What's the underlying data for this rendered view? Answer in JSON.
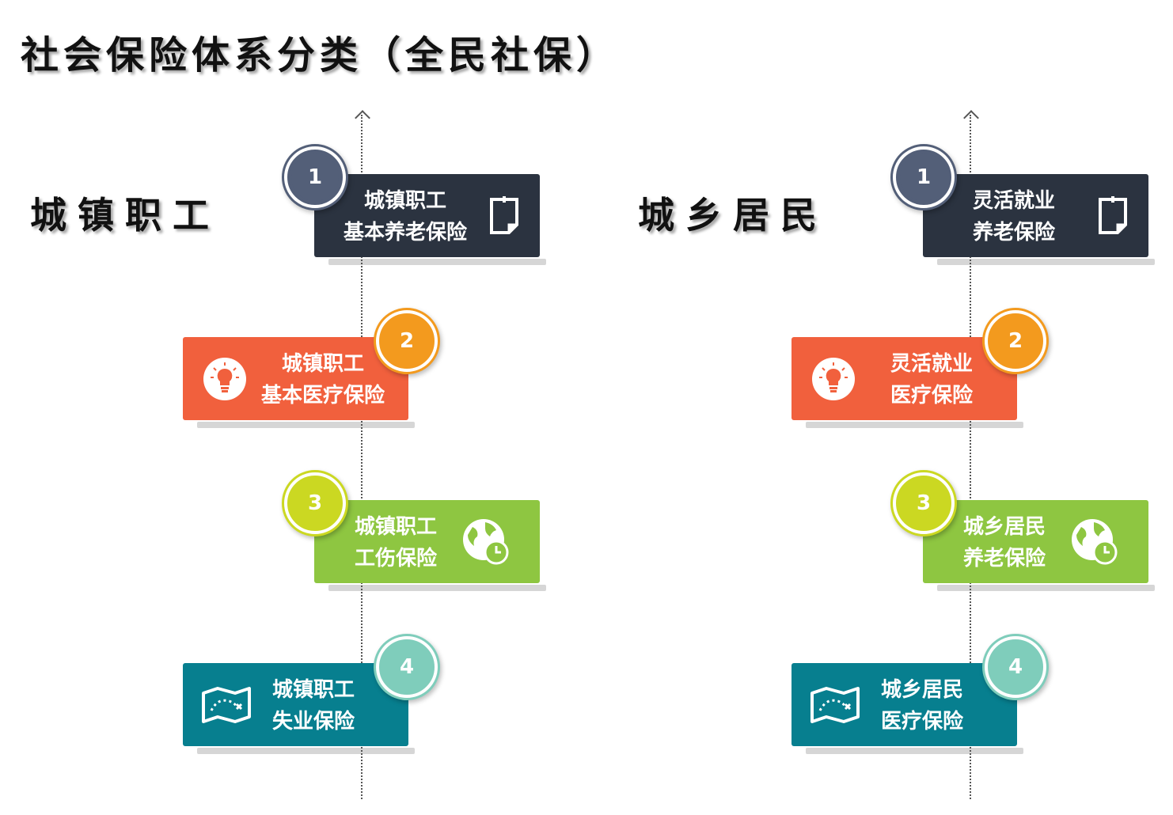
{
  "title": "社会保险体系分类（全民社保）",
  "colors": {
    "card_1": "#2b3340",
    "card_2": "#f1603d",
    "card_3": "#8ec641",
    "card_4": "#077f8f",
    "badge_1": "#535f78",
    "badge_2": "#f39a1e",
    "badge_3": "#cbd822",
    "badge_4": "#7fcdbb"
  },
  "groups": [
    {
      "title": "城镇职工",
      "items": [
        {
          "number": "1",
          "line1": "城镇职工",
          "line2": "基本养老保险",
          "icon": "note-icon"
        },
        {
          "number": "2",
          "line1": "城镇职工",
          "line2": "基本医疗保险",
          "icon": "lightbulb-icon"
        },
        {
          "number": "3",
          "line1": "城镇职工",
          "line2": "工伤保险",
          "icon": "globe-clock-icon"
        },
        {
          "number": "4",
          "line1": "城镇职工",
          "line2": "失业保险",
          "icon": "map-icon"
        }
      ]
    },
    {
      "title": "城乡居民",
      "items": [
        {
          "number": "1",
          "line1": "灵活就业",
          "line2": "养老保险",
          "icon": "note-icon"
        },
        {
          "number": "2",
          "line1": "灵活就业",
          "line2": "医疗保险",
          "icon": "lightbulb-icon"
        },
        {
          "number": "3",
          "line1": "城乡居民",
          "line2": "养老保险",
          "icon": "globe-clock-icon"
        },
        {
          "number": "4",
          "line1": "城乡居民",
          "line2": "医疗保险",
          "icon": "map-icon"
        }
      ]
    }
  ]
}
